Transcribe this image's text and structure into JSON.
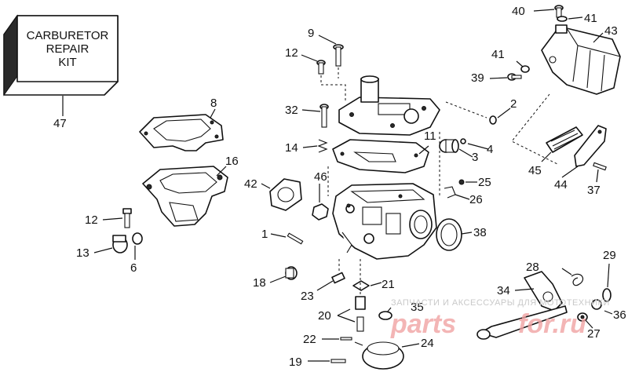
{
  "kit_label": {
    "line1": "CARBURETOR",
    "line2": "REPAIR",
    "line3": "KIT"
  },
  "watermark": {
    "small": "ЗАПЧАСТИ И АКСЕССУАРЫ ДЛЯ МОТОТЕХНИКИ",
    "brand_left": "parts",
    "brand_right": "for.ru",
    "color": "#e87a7a"
  },
  "callouts": {
    "p1": "1",
    "p2": "2",
    "p3": "3",
    "p4": "4",
    "p6": "6",
    "p8": "8",
    "p9": "9",
    "p11": "11",
    "p12a": "12",
    "p12b": "12",
    "p13": "13",
    "p14": "14",
    "p16": "16",
    "p18": "18",
    "p19": "19",
    "p20": "20",
    "p21": "21",
    "p22": "22",
    "p23": "23",
    "p24": "24",
    "p25": "25",
    "p26": "26",
    "p27": "27",
    "p28": "28",
    "p29": "29",
    "p32": "32",
    "p34": "34",
    "p35": "35",
    "p36": "36",
    "p37": "37",
    "p38": "38",
    "p39": "39",
    "p40": "40",
    "p41a": "41",
    "p41b": "41",
    "p42": "42",
    "p43": "43",
    "p44": "44",
    "p45": "45",
    "p46": "46",
    "p47": "47"
  }
}
